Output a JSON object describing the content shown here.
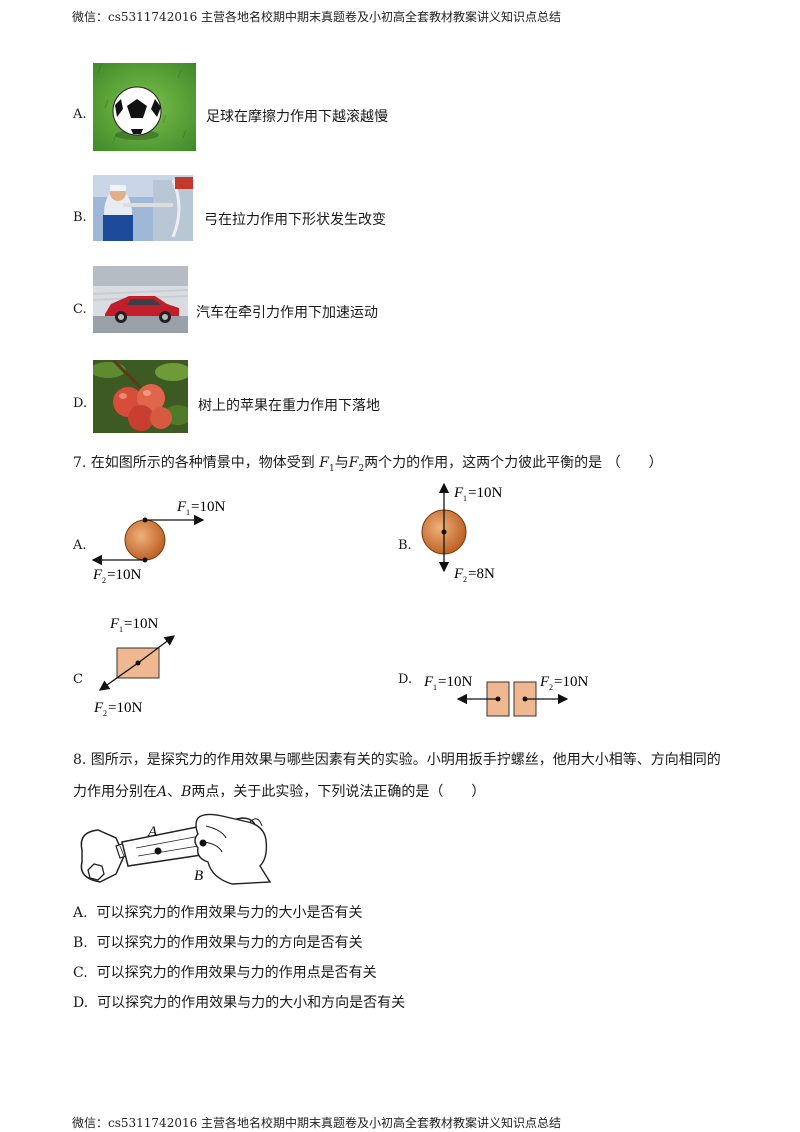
{
  "header": {
    "text": "微信：cs5311742016 主营各地名校期中期末真题卷及小初高全套教材教案讲义知识点总结"
  },
  "footer": {
    "text": "微信：cs5311742016 主营各地名校期中期末真题卷及小初高全套教材教案讲义知识点总结"
  },
  "q6": {
    "options": [
      {
        "letter": "A.",
        "text": "足球在摩擦力作用下越滚越慢",
        "image": "soccer-ball-on-grass"
      },
      {
        "letter": "B.",
        "text": "弓在拉力作用下形状发生改变",
        "image": "archer-drawing-bow"
      },
      {
        "letter": "C.",
        "text": "汽车在牵引力作用下加速运动",
        "image": "red-car"
      },
      {
        "letter": "D.",
        "text": "树上的苹果在重力作用下落地",
        "image": "apples-on-tree"
      }
    ]
  },
  "q7": {
    "stem_prefix": "7. 在如图所示的各种情景中，物体受到",
    "f1": "F",
    "f1_sub": "1",
    "conj": "与",
    "f2": "F",
    "f2_sub": "2",
    "stem_suffix": "两个力的作用，这两个力彼此平衡的是 （　　）",
    "options": [
      {
        "letter": "A.",
        "f1_label": "F",
        "f1_sub": "1",
        "f1_value": "=10N",
        "f2_label": "F",
        "f2_sub": "2",
        "f2_value": "=10N"
      },
      {
        "letter": "B.",
        "f1_label": "F",
        "f1_sub": "1",
        "f1_value": "=10N",
        "f2_label": "F",
        "f2_sub": "2",
        "f2_value": "=8N"
      },
      {
        "letter": "C",
        "f1_label": "F",
        "f1_sub": "1",
        "f1_value": "=10N",
        "f2_label": "F",
        "f2_sub": "2",
        "f2_value": "=10N"
      },
      {
        "letter": "D.",
        "f1_label": "F",
        "f1_sub": "1",
        "f1_value": "=10N",
        "f2_label": "F",
        "f2_sub": "2",
        "f2_value": "=10N"
      }
    ]
  },
  "q8": {
    "stem_line1": "8. 图所示，是探究力的作用效果与哪些因素有关的实验。小明用扳手拧螺丝，他用大小相等、方向相同的",
    "stem_line2_a": "力作用分别在",
    "point_a": "A",
    "sep": "、",
    "point_b": "B",
    "stem_line2_b": "两点，关于此实验，下列说法正确的是（　　）",
    "figure_labels": {
      "a": "A",
      "b": "B"
    },
    "options": [
      {
        "letter": "A.",
        "text": "可以探究力的作用效果与力的大小是否有关"
      },
      {
        "letter": "B.",
        "text": "可以探究力的作用效果与力的方向是否有关"
      },
      {
        "letter": "C.",
        "text": "可以探究力的作用效果与力的作用点是否有关"
      },
      {
        "letter": "D.",
        "text": "可以探究力的作用效果与力的大小和方向是否有关"
      }
    ]
  }
}
